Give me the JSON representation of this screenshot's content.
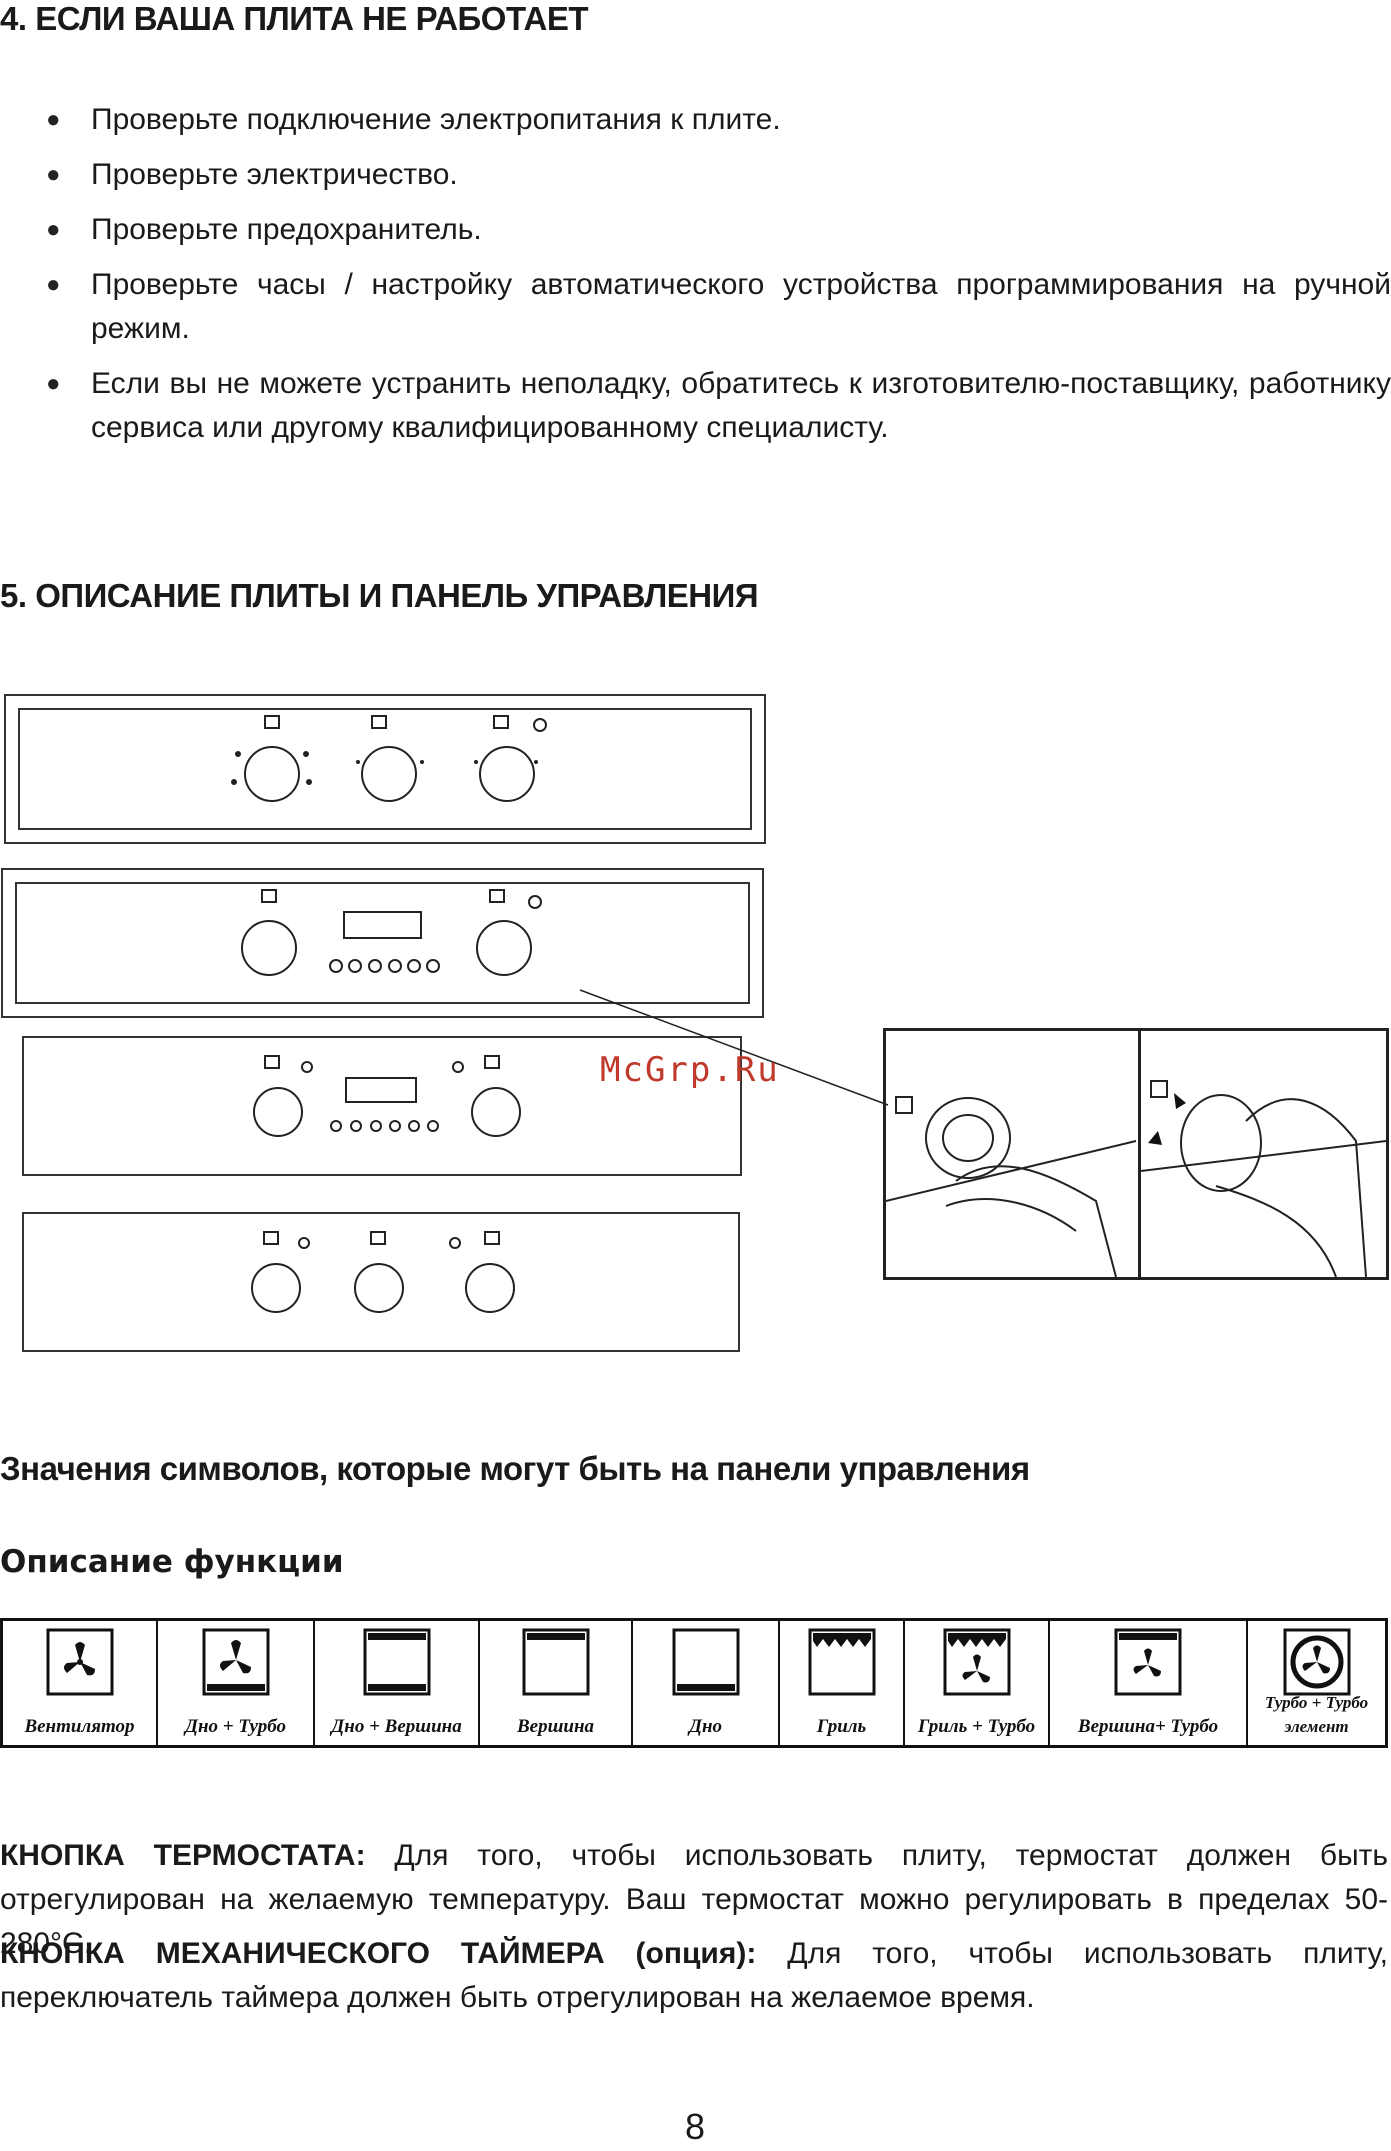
{
  "section4": {
    "heading": "4. ЕСЛИ ВАША ПЛИТА НЕ РАБОТАЕТ",
    "bullets": [
      "Проверьте подключение электропитания к плите.",
      "Проверьте электричество.",
      "Проверьте предохранитель.",
      "Проверьте часы / настройку автоматического устройства программирования на ручной режим.",
      "Если вы не можете устранить неполадку, обратитесь к изготовителю-поставщику, работнику сервиса или другому квалифицированному специалисту."
    ]
  },
  "section5": {
    "heading": "5. ОПИСАНИЕ ПЛИТЫ И ПАНЕЛЬ УПРАВЛЕНИЯ",
    "watermark": "McGrp.Ru"
  },
  "symbols": {
    "heading": "Значения символов, которые могут быть на панели управления",
    "subheading": "Описание функции",
    "items": [
      {
        "label": "Вентилятор",
        "icon": "fan-icon"
      },
      {
        "label": "Дно + Турбо",
        "icon": "bottom-turbo-icon"
      },
      {
        "label": "Дно + Вершина",
        "icon": "bottom-top-icon"
      },
      {
        "label": "Вершина",
        "icon": "top-heat-icon"
      },
      {
        "label": "Дно",
        "icon": "bottom-heat-icon"
      },
      {
        "label": "Гриль",
        "icon": "grill-icon"
      },
      {
        "label": "Гриль + Турбо",
        "icon": "grill-turbo-icon"
      },
      {
        "label": "Вершина+ Турбо",
        "icon": "top-turbo-icon"
      },
      {
        "label": "Турбо + Турбо элемент",
        "icon": "turbo-element-icon"
      }
    ]
  },
  "descriptions": {
    "thermostat_label": "КНОПКА ТЕРМОСТАТА:",
    "thermostat_text": " Для того, чтобы использовать плиту, термостат должен быть отрегулирован на желаемую температуру. Ваш термостат можно регулировать в пределах 50-280°С.",
    "timer_label": "КНОПКА МЕХАНИЧЕСКОГО ТАЙМЕРА (опция):",
    "timer_text": " Для того, чтобы использовать плиту, переключатель таймера должен быть отрегулирован на желаемое время."
  },
  "page_number": "8"
}
